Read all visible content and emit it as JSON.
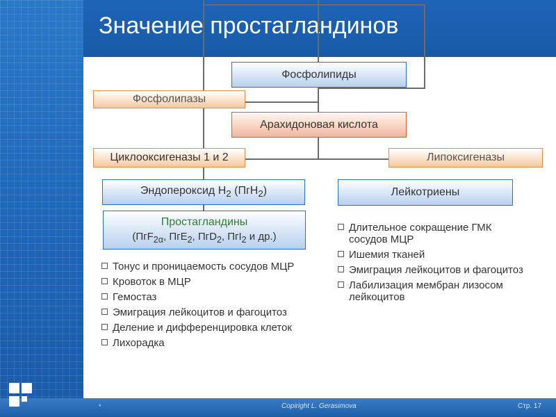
{
  "title": "Значение простагландинов",
  "footer": {
    "star": "*",
    "copyright": "Copiright L. Gerasimova",
    "page": "Стр. 17"
  },
  "diagram": {
    "phospholipids": "Фосфолипиды",
    "phospholipases": "Фосфолипазы",
    "arachidonic": "Арахидоновая кислота",
    "cox": "Циклооксигеназы 1 и 2",
    "lipoxygenases": "Липоксигеназы",
    "endoperoxide": {
      "a": "Эндопероксид H",
      "sub1": "2",
      "b": " (ПгH",
      "sub2": "2",
      "c": ")"
    },
    "leukotrienes": "Лейкотриены",
    "prostaglandins": "Простагландины",
    "pg_list": {
      "open": "(ПгF",
      "s1": "2α",
      "p2": ", ПгE",
      "s2": "2",
      "p3": ", ПгD",
      "s3": "2",
      "p4": ", ПгI",
      "s4": "2",
      "close": " и др.)"
    }
  },
  "effects_left": [
    "Тонус и проницаемость сосудов МЦР",
    "Кровоток в МЦР",
    "Гемостаз",
    "Эмиграция лейкоцитов и фагоцитоз",
    "Деление и дифференцировка клеток",
    "Лихорадка"
  ],
  "effects_right": [
    "Длительное сокращение ГМК сосудов МЦР",
    "Ишемия тканей",
    "Эмиграция лейкоцитов и фагоцитоз",
    "Лабилизация мембран лизосом лейкоцитов"
  ]
}
